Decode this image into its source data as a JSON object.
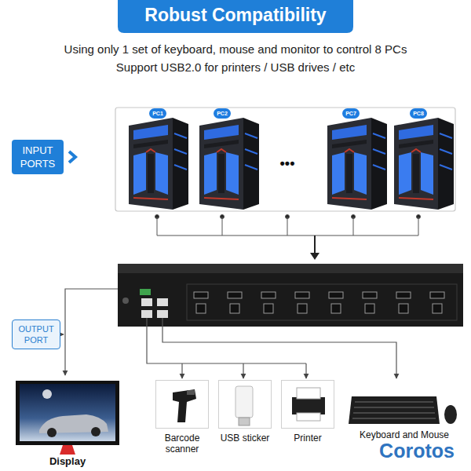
{
  "diagram": {
    "title": "Robust Compatibility",
    "nodes": [
      {
        "text": [
          "INPUT PORTS"
        ]
      },
      {
        "text": [
          "PC1"
        ]
      },
      {
        "text": [
          "PC2"
        ]
      },
      {
        "text": [
          "PC7"
        ]
      },
      {
        "text": [
          "PC8"
        ]
      },
      {
        "text": [
          "OUTPUT PORT"
        ]
      },
      {
        "text": [
          "Display"
        ]
      },
      {
        "text": [
          "Barcode scanner"
        ]
      },
      {
        "text": [
          "USB sticker"
        ]
      },
      {
        "text": [
          "Printer"
        ]
      },
      {
        "text": [
          "Keyboard and Mouse"
        ]
      }
    ],
    "labels": [
      "Using only 1 set of keyboard, mouse and monitor to control 8 PCs",
      "Support USB2.0 for printers / USB drives / etc",
      "•••",
      "Corotos"
    ]
  }
}
